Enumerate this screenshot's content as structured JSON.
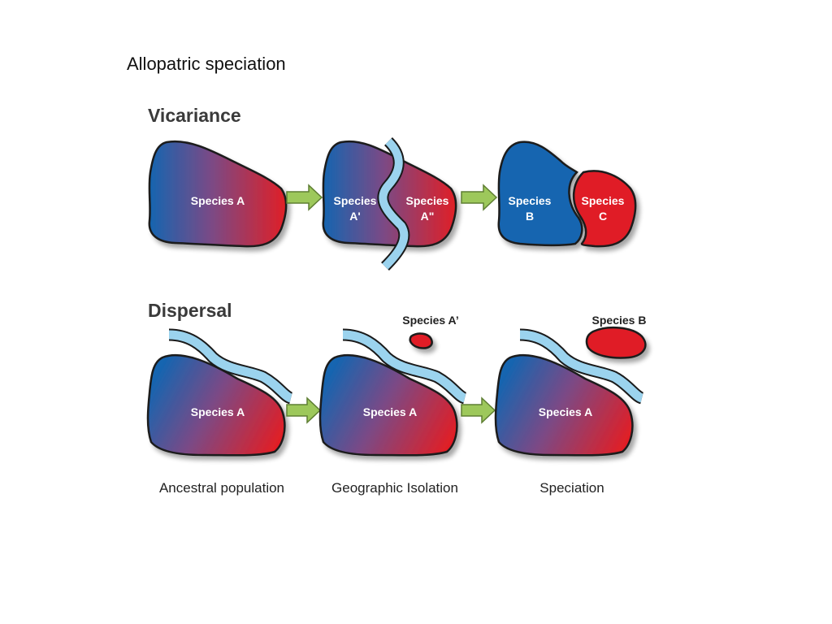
{
  "slide": {
    "title": "Allopatric speciation"
  },
  "vicariance": {
    "title": "Vicariance",
    "stage1": {
      "label": "Species A"
    },
    "stage2": {
      "left_line1": "Species",
      "left_line2": "A'",
      "right_line1": "Species",
      "right_line2": "A\""
    },
    "stage3": {
      "left_line1": "Species",
      "left_line2": "B",
      "right_line1": "Species",
      "right_line2": "C"
    }
  },
  "dispersal": {
    "title": "Dispersal",
    "stage1": {
      "label": "Species A"
    },
    "stage2": {
      "label": "Species A",
      "island_label": "Species A’"
    },
    "stage3": {
      "label": "Species A",
      "island_label": "Species B"
    }
  },
  "captions": [
    "Ancestral population",
    "Geographic Isolation",
    "Speciation"
  ],
  "colors": {
    "blue": "#1565b0",
    "red": "#e01f26",
    "river": "#9bd3ee",
    "arrow": "#9dc85b",
    "outline": "#1a1a1a"
  }
}
